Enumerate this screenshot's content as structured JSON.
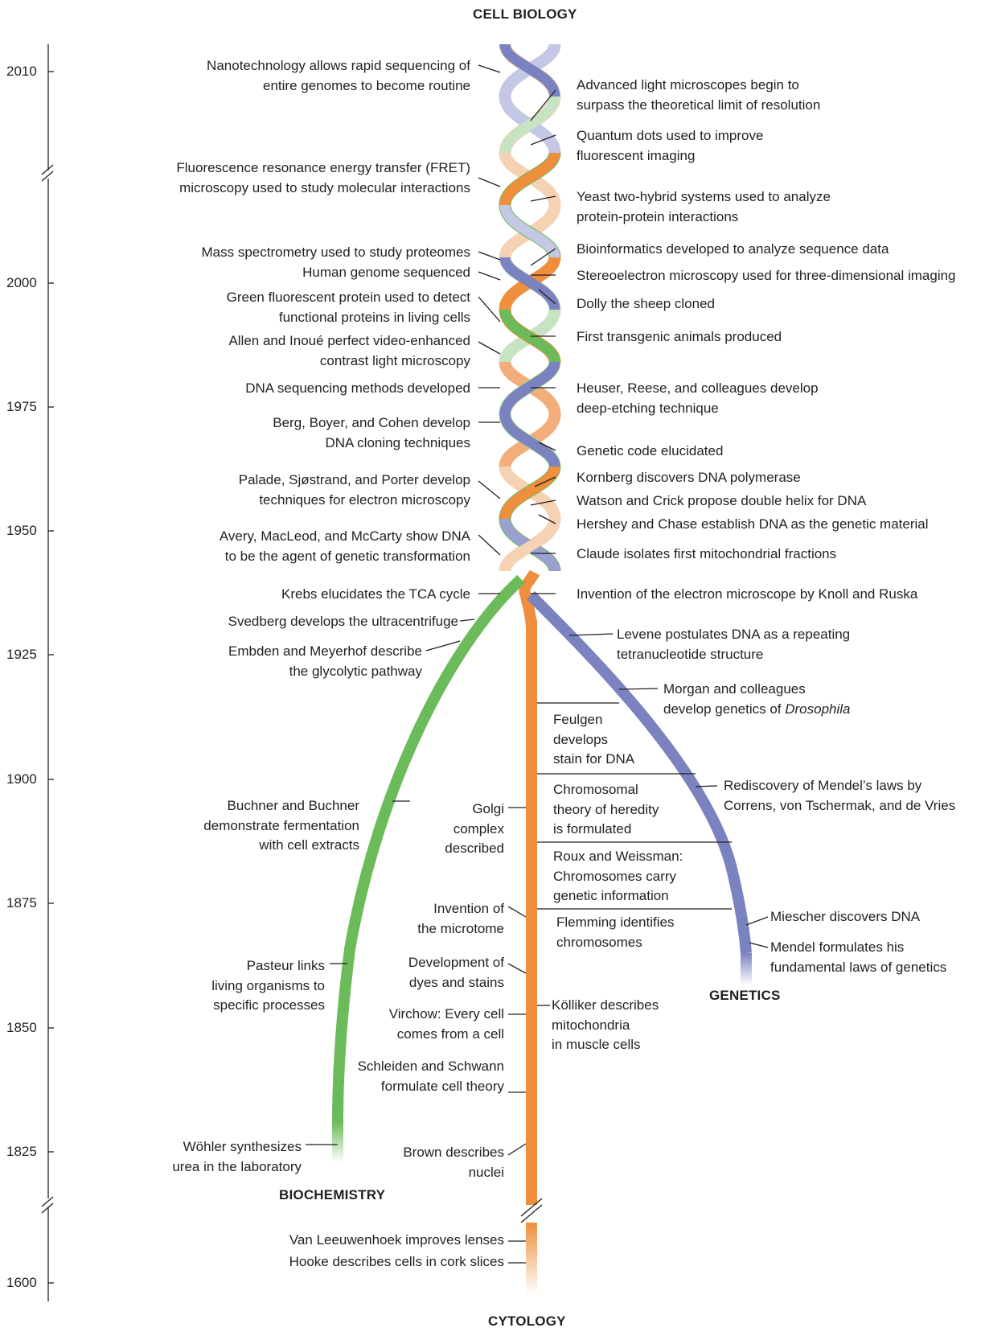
{
  "headers": {
    "cell_biology": "CELL BIOLOGY",
    "biochemistry": "BIOCHEMISTRY",
    "genetics": "GENETICS",
    "cytology": "CYTOLOGY"
  },
  "years": [
    "2010",
    "2000",
    "1975",
    "1950",
    "1925",
    "1900",
    "1875",
    "1850",
    "1825",
    "1600"
  ],
  "colors": {
    "orange": "#ef8f3d",
    "green": "#6cbb5a",
    "blue": "#7a82c0",
    "light_orange": "#f6d2b4",
    "light_green": "#c8e2c4",
    "light_blue": "#c4c8e4"
  },
  "left_events": [
    [
      "Nanotechnology allows rapid sequencing of",
      "entire genomes to become routine"
    ],
    [
      "Fluorescence resonance energy transfer (FRET)",
      "microscopy used to study molecular interactions"
    ],
    [
      "Mass spectrometry used to study proteomes"
    ],
    [
      "Human genome sequenced"
    ],
    [
      "Green fluorescent protein used to detect",
      "functional proteins in living cells"
    ],
    [
      "Allen and Inoué perfect video-enhanced",
      "contrast light microscopy"
    ],
    [
      "DNA sequencing methods developed"
    ],
    [
      "Berg, Boyer, and Cohen develop",
      "DNA cloning techniques"
    ],
    [
      "Palade, Sjøstrand, and Porter develop",
      "techniques for electron microscopy"
    ],
    [
      "Avery, MacLeod, and McCarty show DNA",
      "to be the agent of genetic transformation"
    ],
    [
      "Krebs elucidates the TCA cycle"
    ],
    [
      "Svedberg develops the ultracentrifuge"
    ],
    [
      "Embden and Meyerhof describe",
      "the glycolytic pathway"
    ]
  ],
  "right_events": [
    [
      "Advanced light microscopes begin to",
      "surpass the theoretical limit of resolution"
    ],
    [
      "Quantum dots used to improve",
      "fluorescent imaging"
    ],
    [
      "Yeast two-hybrid systems used to analyze",
      "protein-protein interactions"
    ],
    [
      "Bioinformatics developed to analyze sequence data"
    ],
    [
      "Stereoelectron microscopy used for three-dimensional imaging"
    ],
    [
      "Dolly the sheep cloned"
    ],
    [
      "First transgenic animals produced"
    ],
    [
      "Heuser, Reese, and colleagues develop",
      "deep-etching technique"
    ],
    [
      "Genetic code elucidated"
    ],
    [
      "Kornberg discovers DNA polymerase"
    ],
    [
      "Watson and Crick propose double helix for DNA"
    ],
    [
      "Hershey and Chase establish DNA as the genetic material"
    ],
    [
      "Claude isolates first mitochondrial fractions"
    ],
    [
      "Invention of the electron microscope by Knoll and Ruska"
    ],
    [
      "Levene postulates DNA as a repeating",
      "tetranucleotide structure"
    ]
  ],
  "genetics_events": [
    [
      "Morgan and colleagues",
      "develop genetics of "
    ],
    [
      "Rediscovery of Mendel’s laws by",
      "Correns, von Tschermak, and de Vries"
    ],
    [
      "Miescher discovers DNA"
    ],
    [
      "Mendel formulates his",
      "fundamental laws of genetics"
    ]
  ],
  "drosophila": "Drosophila",
  "inner_events": [
    [
      "Feulgen",
      "develops",
      "stain for DNA"
    ],
    [
      "Chromosomal",
      "theory of heredity",
      "is formulated"
    ],
    [
      "Roux and Weissman:",
      "Chromosomes carry",
      "genetic information"
    ],
    [
      "Flemming identifies",
      "chromosomes"
    ],
    [
      "Kölliker describes",
      "mitochondria",
      "in muscle cells"
    ]
  ],
  "biochem_events": [
    [
      "Buchner and Buchner",
      "demonstrate fermentation",
      "with cell extracts"
    ],
    [
      "Pasteur links",
      "living organisms to",
      "specific processes"
    ],
    [
      "Wöhler synthesizes",
      "urea in the laboratory"
    ]
  ],
  "cytology_events": [
    [
      "Golgi",
      "complex",
      "described"
    ],
    [
      "Invention of",
      "the microtome"
    ],
    [
      "Development of",
      "dyes and stains"
    ],
    [
      "Virchow: Every cell",
      "comes from a cell"
    ],
    [
      "Schleiden and Schwann",
      "formulate cell theory"
    ],
    [
      "Brown describes",
      "nuclei"
    ],
    [
      "Van Leeuwenhoek improves lenses"
    ],
    [
      "Hooke describes cells in cork slices"
    ]
  ]
}
